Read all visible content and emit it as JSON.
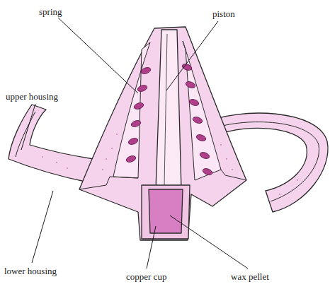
{
  "diagram": {
    "labels": [
      "spring",
      "piston",
      "upper housing",
      "lower housing",
      "copper cup",
      "wax pellet"
    ]
  }
}
